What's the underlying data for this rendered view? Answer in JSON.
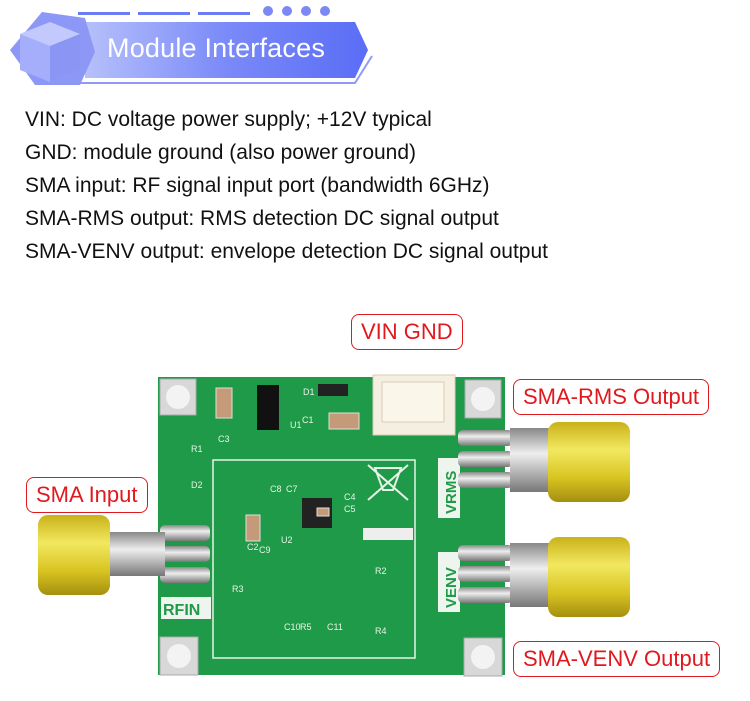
{
  "header": {
    "title": "Module Interfaces"
  },
  "descriptions": [
    "VIN: DC voltage power supply; +12V typical",
    "GND: module ground (also power ground)",
    "SMA input: RF signal input port (bandwidth 6GHz)",
    "SMA-RMS output: RMS detection DC signal output",
    "SMA-VENV output: envelope detection DC signal output"
  ],
  "callouts": {
    "vin_gnd": "VIN GND",
    "sma_rms": "SMA-RMS Output",
    "sma_input": "SMA Input",
    "sma_venv": "SMA-VENV Output"
  },
  "silkscreen": {
    "vrms": "VRMS",
    "venv": "VENV",
    "rfin": "RFIN",
    "u1": "U1",
    "u2": "U2",
    "d1": "D1",
    "d2": "D2",
    "c1": "C1",
    "c2": "C2",
    "c3": "C3",
    "c4": "C4",
    "c5": "C5",
    "c7": "C7",
    "c8": "C8",
    "c9": "C9",
    "c10": "C10",
    "c11": "C11",
    "r1": "R1",
    "r2": "R2",
    "r3": "R3",
    "r4": "R4",
    "r5": "R5"
  },
  "colors": {
    "accent": "#5b6cf5",
    "callout": "#e0191e",
    "pcb": "#1f9a48"
  }
}
